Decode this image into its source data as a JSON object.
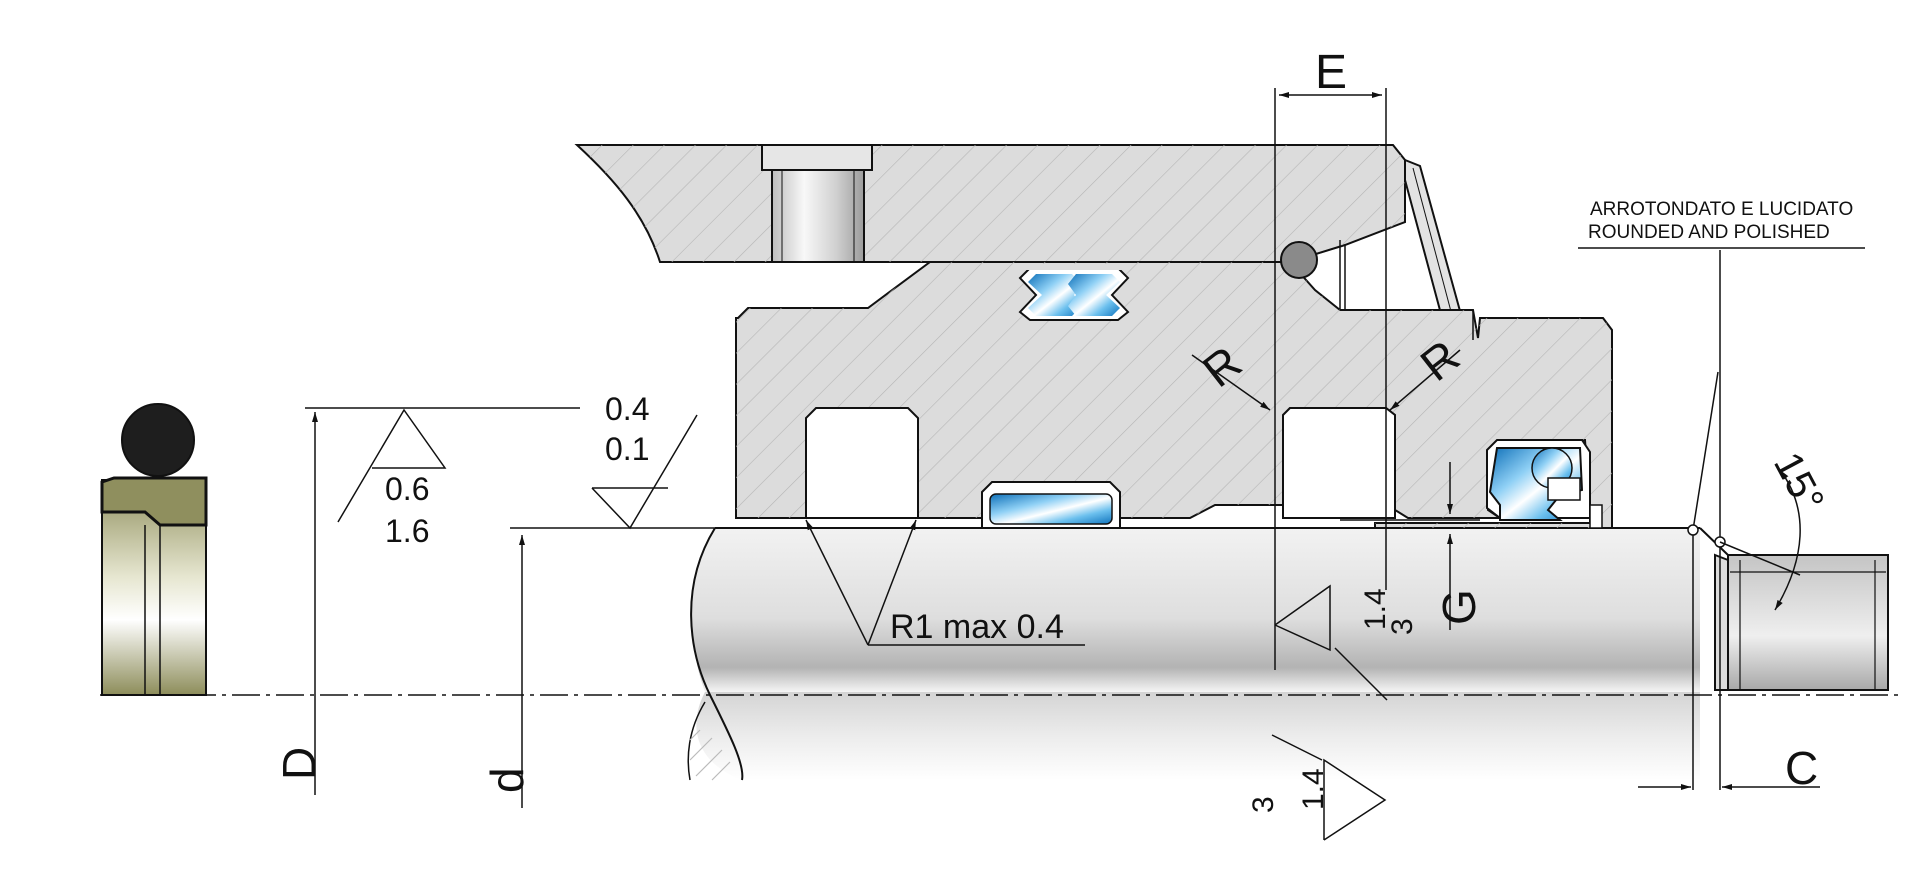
{
  "annotation": {
    "line_it": "ARROTONDATO E LUCIDATO",
    "line_en": "ROUNDED AND POLISHED"
  },
  "dimensions": {
    "E": "E",
    "G": "G",
    "C": "C",
    "D": "D",
    "d": "d",
    "R_left": "R",
    "R_right": "R",
    "angle": "15°",
    "fillet": "R1 max 0.4"
  },
  "roughness": {
    "housing_top": "0.4",
    "housing_bottom": "0.1",
    "bore_top": "0.6",
    "bore_bottom": "1.6",
    "rod_a_top": "1.4",
    "rod_a_bottom": "3",
    "rod_b_top": "1.4",
    "rod_b_bottom": "3"
  },
  "colors": {
    "outline": "#111111",
    "housing_fill": "#dcdcdc",
    "hatch": "#b8b8b8",
    "seal_blue": "#3a9ad9",
    "oring_fill": "#1e1e1e",
    "profile_olive": "#8f8f5e",
    "ball_fill": "#8a8a8a"
  }
}
